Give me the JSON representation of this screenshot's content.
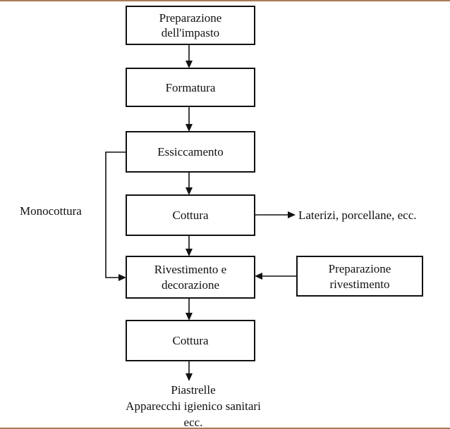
{
  "boxes": {
    "preparazione_impasto": [
      "Preparazione",
      "dell'impasto"
    ],
    "formatura": "Formatura",
    "essiccamento": "Essiccamento",
    "cottura1": "Cottura",
    "rivestimento": [
      "Rivestimento e",
      "decorazione"
    ],
    "cottura2": "Cottura",
    "preparazione_rivestimento": [
      "Preparazione",
      "rivestimento"
    ]
  },
  "labels": {
    "monocottura": "Monocottura",
    "laterizi": "Laterizi, porcellane, ecc.",
    "output": [
      "Piastrelle",
      "Apparecchi igienico sanitari",
      "ecc."
    ]
  }
}
